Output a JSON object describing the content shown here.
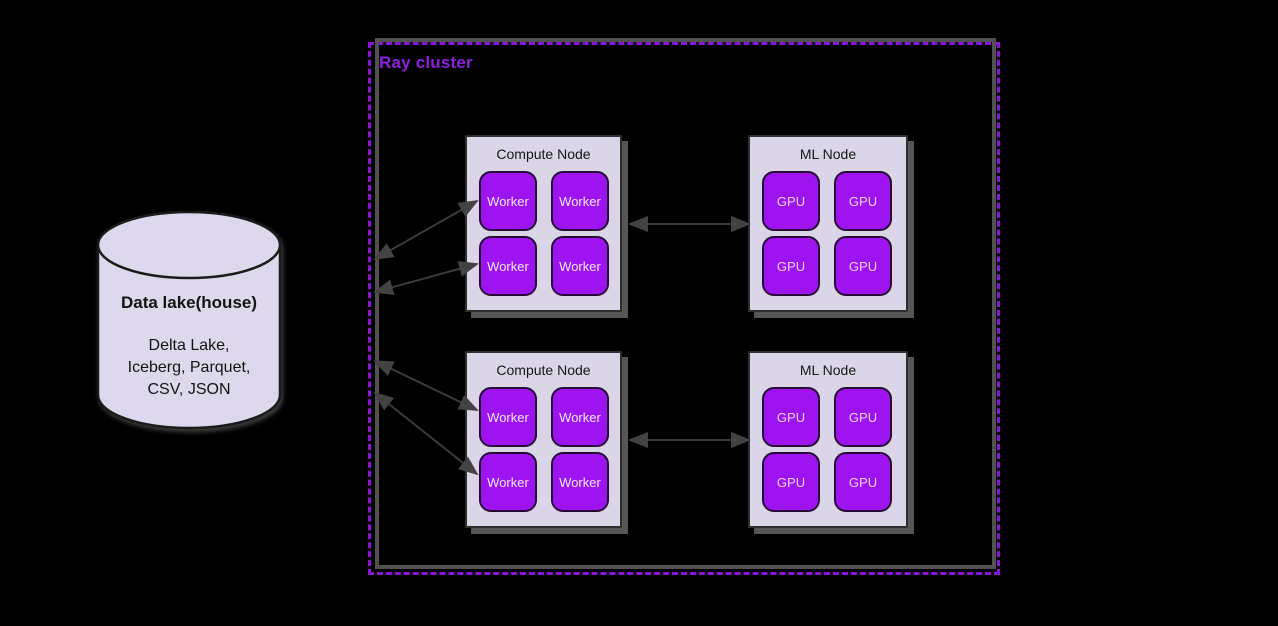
{
  "canvas": {
    "background": "#000000"
  },
  "datalake": {
    "title": "Data lake(house)",
    "line1": "Delta Lake,",
    "line2": "Iceberg, Parquet,",
    "line3": "CSV, JSON",
    "fill": "#ded8ec"
  },
  "cluster": {
    "label": "Ray cluster",
    "label_color": "#8f1fe0",
    "border_color": "#8a15d4",
    "shadow_color": "#515151",
    "node_fill": "#dbd5e8",
    "chip_fill": "#9d14f0",
    "nodes": [
      {
        "id": "compute-node-top",
        "title": "Compute Node",
        "chips": [
          "Worker",
          "Worker",
          "Worker",
          "Worker"
        ]
      },
      {
        "id": "ml-node-top",
        "title": "ML Node",
        "chips": [
          "GPU",
          "GPU",
          "GPU",
          "GPU"
        ]
      },
      {
        "id": "compute-node-bottom",
        "title": "Compute Node",
        "chips": [
          "Worker",
          "Worker",
          "Worker",
          "Worker"
        ]
      },
      {
        "id": "ml-node-bottom",
        "title": "ML Node",
        "chips": [
          "GPU",
          "GPU",
          "GPU",
          "GPU"
        ]
      }
    ]
  }
}
